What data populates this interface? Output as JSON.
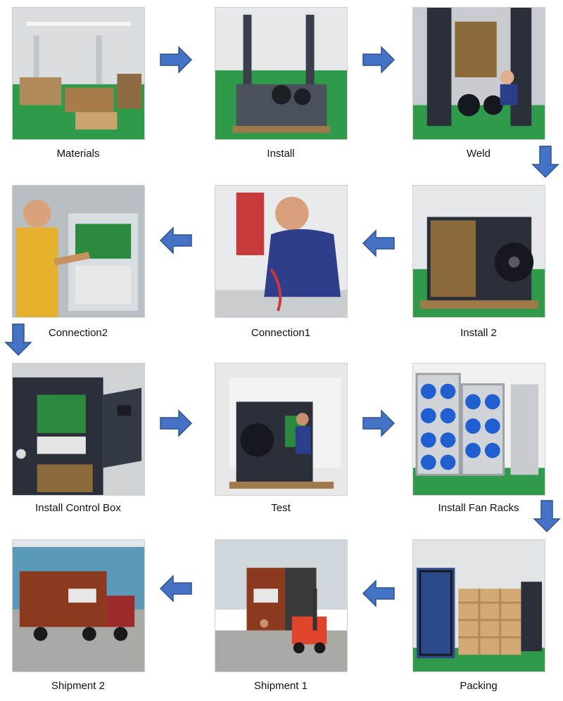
{
  "steps": [
    {
      "label": "Materials"
    },
    {
      "label": "Install"
    },
    {
      "label": "Weld"
    },
    {
      "label": "Install 2"
    },
    {
      "label": "Connection1"
    },
    {
      "label": "Connection2"
    },
    {
      "label": "Install Control Box"
    },
    {
      "label": "Test"
    },
    {
      "label": "Install Fan Racks"
    },
    {
      "label": "Packing"
    },
    {
      "label": "Shipment 1"
    },
    {
      "label": "Shipment 2"
    }
  ],
  "colors": {
    "arrow": "#4472c4",
    "arrow_stroke": "#2f528f",
    "floor": "#2f9a4a",
    "machine": "#2b2f3a",
    "container": "#8b3a1e"
  }
}
